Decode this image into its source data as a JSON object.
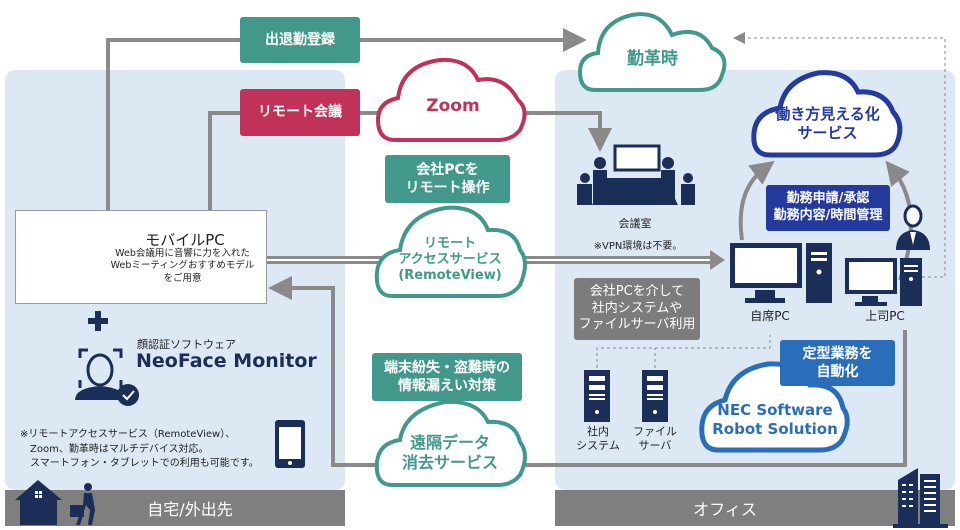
{
  "colors": {
    "teal": "#42998b",
    "red": "#c1325a",
    "navy": "#243a9c",
    "blue": "#2a6ebb",
    "dark_navy": "#1a2e57",
    "panel_bg": "#dde8f5",
    "footer_gray": "#7f7f7f",
    "connector_gray": "#8a8a8a"
  },
  "labels": {
    "attendance": "出退勤登録",
    "remote_meeting": "リモート会議",
    "remote_operate": "会社PCを\nリモート操作",
    "lost_device": "端末紛失・盗難時の\n情報漏えい対策",
    "work_request": "勤務申請/承認\n勤務内容/時間管理",
    "via_company_pc": "会社PCを介して\n社内システムや\nファイルサーバ利用",
    "automation": "定型業務を\n自動化"
  },
  "clouds": {
    "kinkakuji": "勤革時",
    "zoom": "Zoom",
    "remote_access": "リモート\nアクセスサービス\n(RemoteView)",
    "remote_wipe": "遠隔データ\n消去サービス",
    "workstyle": "働き方見える化\nサービス",
    "robot": "NEC Software\nRobot Solution"
  },
  "home": {
    "mobile_pc_title": "モバイルPC",
    "mobile_pc_desc": "Web会議用に音響に力を入れた\nWebミーティングおすすめモデル\nをご用意",
    "face_software_sub": "顔認証ソフトウェア",
    "face_software_name": "NeoFace Monitor",
    "note": "※リモートアクセスサービス（RemoteView）、\n　Zoom、勤革時はマルチデバイス対応。\n　スマートフォン・タブレットでの利用も可能です。",
    "footer": "自宅/外出先"
  },
  "office": {
    "meeting_room": "会議室",
    "vpn_note": "※VPN環境は不要。",
    "own_pc": "自席PC",
    "boss_pc": "上司PC",
    "internal_system": "社内\nシステム",
    "file_server": "ファイル\nサーバ",
    "footer": "オフィス"
  }
}
